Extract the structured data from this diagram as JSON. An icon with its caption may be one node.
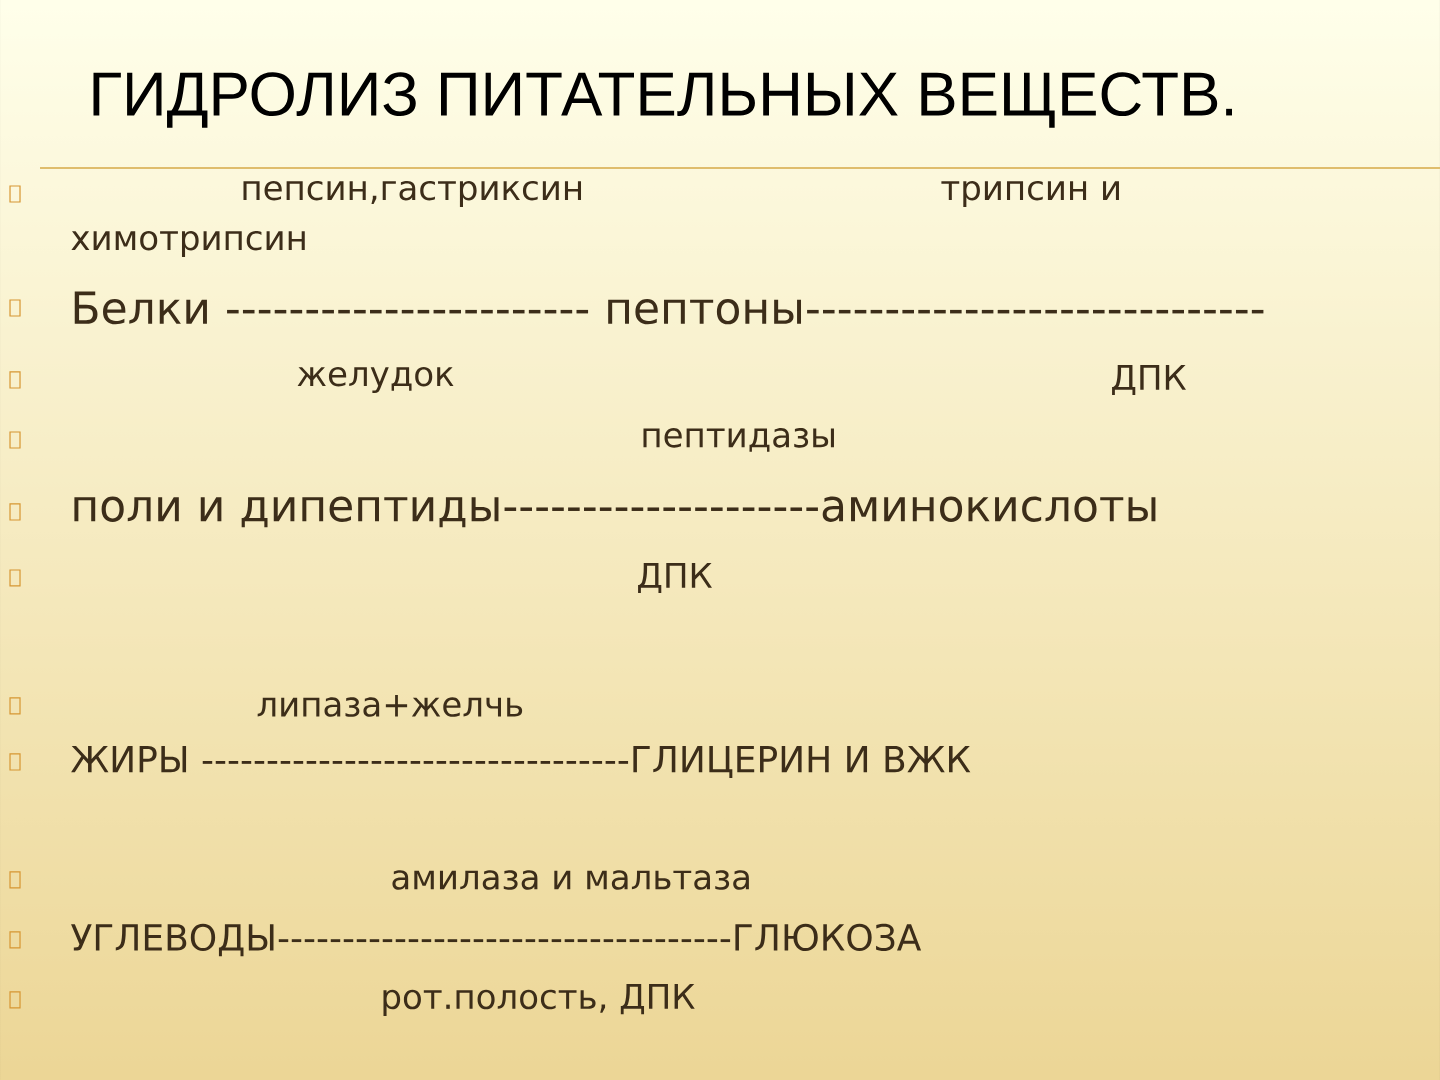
{
  "diagram": {
    "title": "ГИДРОЛИЗ ПИТАТЕЛЬНЫХ ВЕЩЕСТВ.",
    "labels": [
      "пепсин,гастриксин",
      "трипсин и",
      "химотрипсин",
      "Белки ----------------------- пептоны-----------------------------",
      "желудок",
      "ДПК",
      "пептидазы",
      "поли и дипептиды--------------------аминокислоты",
      "ДПК",
      "липаза+желчь",
      "ЖИРЫ ---------------------------------ГЛИЦЕРИН И ВЖК",
      "амилаза и мальтаза",
      "УГЛЕВОДЫ-----------------------------------ГЛЮКОЗА",
      "рот.полость, ДПК"
    ]
  }
}
